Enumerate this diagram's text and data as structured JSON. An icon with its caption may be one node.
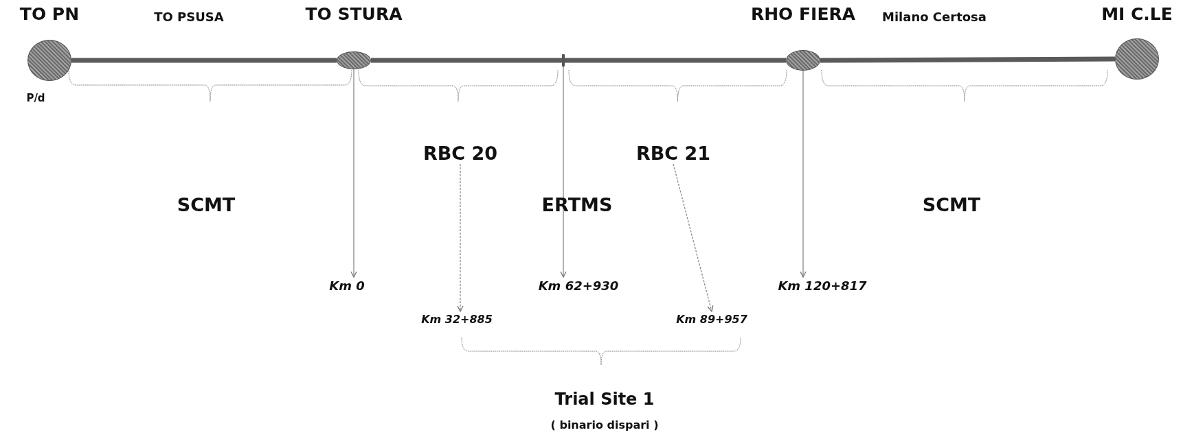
{
  "diagram": {
    "nodes": [
      {
        "text": [
          "TO PN"
        ]
      },
      {
        "text": [
          "TO STURA"
        ]
      },
      {
        "text": [
          "RHO FIERA"
        ]
      },
      {
        "text": [
          "MI C.LE"
        ]
      },
      {
        "text": [
          "RBC 20"
        ]
      },
      {
        "text": [
          "RBC 21"
        ]
      },
      {
        "text": [
          "Km 0"
        ]
      },
      {
        "text": [
          "Km 32+885"
        ]
      },
      {
        "text": [
          "Km 62+930"
        ]
      },
      {
        "text": [
          "Km 89+957"
        ]
      },
      {
        "text": [
          "Km 120+817"
        ]
      },
      {
        "text": [],
        "shape": "bar"
      }
    ],
    "edges": [
      {
        "from": 0,
        "to": 1,
        "arrow": "none",
        "style": "thick",
        "color": "#5a5a5a"
      },
      {
        "from": 1,
        "to": 11,
        "arrow": "none",
        "style": "thick",
        "color": "#5a5a5a"
      },
      {
        "from": 11,
        "to": 2,
        "arrow": "none",
        "style": "thick",
        "color": "#5a5a5a"
      },
      {
        "from": 2,
        "to": 3,
        "arrow": "none",
        "style": "thick",
        "color": "#5a5a5a"
      },
      {
        "from": 1,
        "to": 6,
        "arrow": "to"
      },
      {
        "from": 4,
        "to": 7,
        "arrow": "to",
        "style": "dashed"
      },
      {
        "from": 11,
        "to": 8,
        "arrow": "to"
      },
      {
        "from": 5,
        "to": 9,
        "arrow": "to",
        "style": "dashed"
      },
      {
        "from": 2,
        "to": 10,
        "arrow": "to"
      }
    ],
    "labels": [
      "TO PSUSA",
      "Milano Certosa",
      "P/d",
      "SCMT",
      "ERTMS",
      "SCMT",
      "Trial Site 1",
      "( binario dispari )"
    ]
  }
}
